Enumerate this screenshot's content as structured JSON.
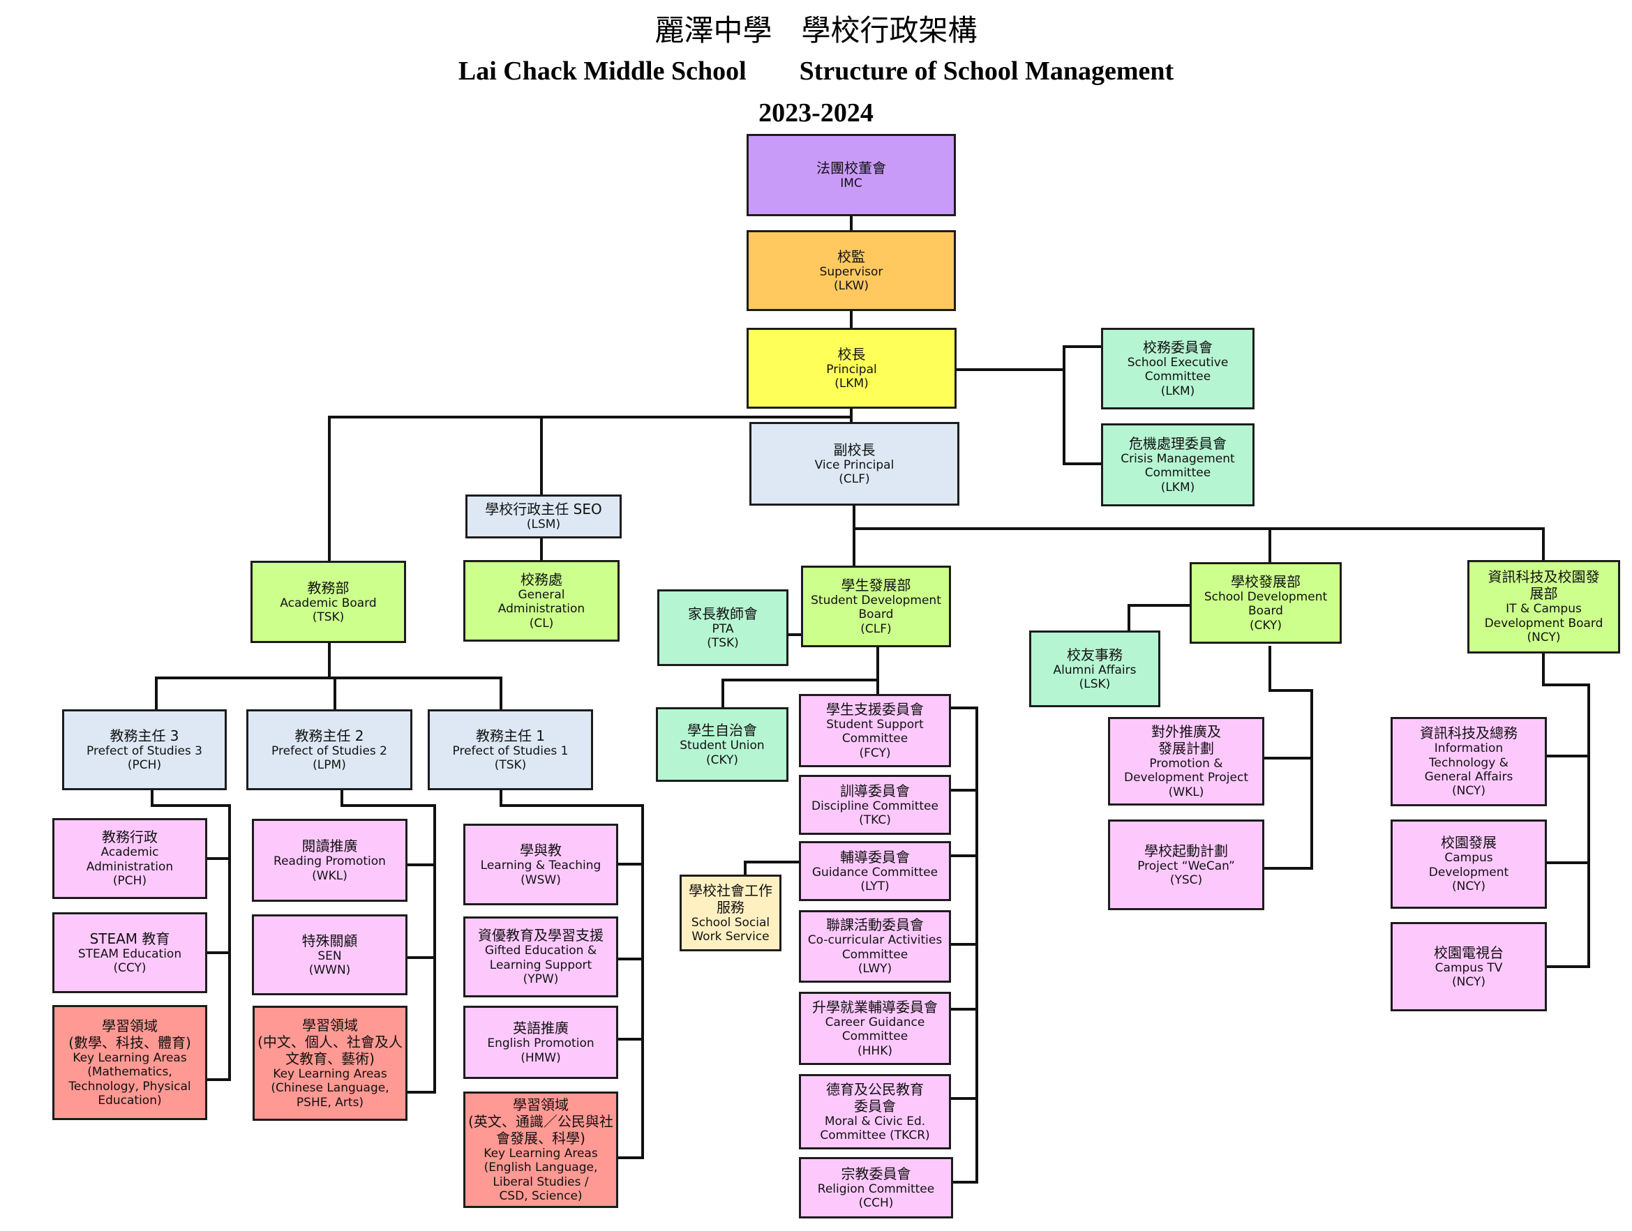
{
  "header": {
    "title_zh": "麗澤中學　學校行政架構",
    "title_en": "Lai Chack Middle School        Structure of School Management",
    "year": "2023-2024"
  },
  "nodes": {
    "imc": {
      "zh": "法團校董會",
      "en": "IMC"
    },
    "supervisor": {
      "zh": "校監",
      "en": "Supervisor\n(LKW)"
    },
    "principal": {
      "zh": "校長",
      "en": "Principal\n(LKM)"
    },
    "school_exec": {
      "zh": "校務委員會",
      "en": "School Executive\nCommittee\n(LKM)"
    },
    "crisis": {
      "zh": "危機處理委員會",
      "en": "Crisis Management\nCommittee\n(LKM)"
    },
    "vice_principal": {
      "zh": "副校長",
      "en": "Vice Principal\n(CLF)"
    },
    "seo": {
      "zh": "學校行政主任 SEO",
      "en": "(LSM)"
    },
    "academic_board": {
      "zh": "教務部",
      "en": "Academic Board\n(TSK)"
    },
    "general_admin": {
      "zh": "校務處",
      "en": "General\nAdministration\n(CL)"
    },
    "pta": {
      "zh": "家長教師會",
      "en": "PTA\n(TSK)"
    },
    "sdb": {
      "zh": "學生發展部",
      "en": "Student Development\nBoard\n(CLF)"
    },
    "school_dev": {
      "zh": "學校發展部",
      "en": "School Development\nBoard\n(CKY)"
    },
    "it_campus": {
      "zh": "資訊科技及校園發\n展部",
      "en": "IT & Campus\nDevelopment Board\n(NCY)"
    },
    "alumni": {
      "zh": "校友事務",
      "en": "Alumni Affairs\n(LSK)"
    },
    "pos3": {
      "zh": "教務主任 3",
      "en": "Prefect of Studies 3\n(PCH)"
    },
    "pos2": {
      "zh": "教務主任 2",
      "en": "Prefect of Studies 2\n(LPM)"
    },
    "pos1": {
      "zh": "教務主任 1",
      "en": "Prefect of Studies 1\n(TSK)"
    },
    "student_union": {
      "zh": "學生自治會",
      "en": "Student Union\n(CKY)"
    },
    "social_work": {
      "zh": "學校社會工作\n服務",
      "en": "School Social\nWork Service"
    },
    "acad_admin": {
      "zh": "教務行政",
      "en": "Academic\nAdministration\n(PCH)"
    },
    "steam": {
      "zh": "STEAM 教育",
      "en": "STEAM Education\n(CCY)"
    },
    "kla3": {
      "zh": "學習領域\n(數學、科技、體育)",
      "en": "Key Learning Areas\n(Mathematics,\nTechnology, Physical\nEducation)"
    },
    "reading": {
      "zh": "閱讀推廣",
      "en": "Reading Promotion\n(WKL)"
    },
    "sen": {
      "zh": "特殊關顧",
      "en": "SEN\n(WWN)"
    },
    "kla2": {
      "zh": "學習領域\n(中文、個人、社會及人\n文教育、藝術)",
      "en": "Key Learning Areas\n(Chinese Language,\nPSHE, Arts)"
    },
    "lt": {
      "zh": "學與教",
      "en": "Learning & Teaching\n(WSW)"
    },
    "gifted": {
      "zh": "資優教育及學習支援",
      "en": "Gifted Education &\nLearning Support\n(YPW)"
    },
    "eng_promo": {
      "zh": "英語推廣",
      "en": "English Promotion\n(HMW)"
    },
    "kla1": {
      "zh": "學習領域\n(英文、通識／公民與社\n會發展、科學)",
      "en": "Key Learning Areas\n(English Language,\nLiberal Studies /\nCSD, Science)"
    },
    "ssc": {
      "zh": "學生支援委員會",
      "en": "Student Support\nCommittee\n(FCY)"
    },
    "discipline": {
      "zh": "訓導委員會",
      "en": "Discipline Committee\n(TKC)"
    },
    "guidance": {
      "zh": "輔導委員會",
      "en": "Guidance Committee\n(LYT)"
    },
    "cca": {
      "zh": "聯課活動委員會",
      "en": "Co-curricular Activities\nCommittee\n(LWY)"
    },
    "career": {
      "zh": "升學就業輔導委員會",
      "en": "Career Guidance\nCommittee\n(HHK)"
    },
    "moral": {
      "zh": "德育及公民教育\n委員會",
      "en": "Moral & Civic Ed.\nCommittee (TKCR)"
    },
    "religion": {
      "zh": "宗教委員會",
      "en": "Religion Committee\n(CCH)"
    },
    "promo_dev": {
      "zh": "對外推廣及\n發展計劃",
      "en": "Promotion &\nDevelopment Project\n(WKL)"
    },
    "wecan": {
      "zh": "學校起動計劃",
      "en": "Project “WeCan”\n(YSC)"
    },
    "it_general": {
      "zh": "資訊科技及總務",
      "en": "Information\nTechnology &\nGeneral Affairs\n(NCY)"
    },
    "campus_dev": {
      "zh": "校園發展",
      "en": "Campus\nDevelopment\n(NCY)"
    },
    "campus_tv": {
      "zh": "校園電視台",
      "en": "Campus TV\n(NCY)"
    }
  }
}
